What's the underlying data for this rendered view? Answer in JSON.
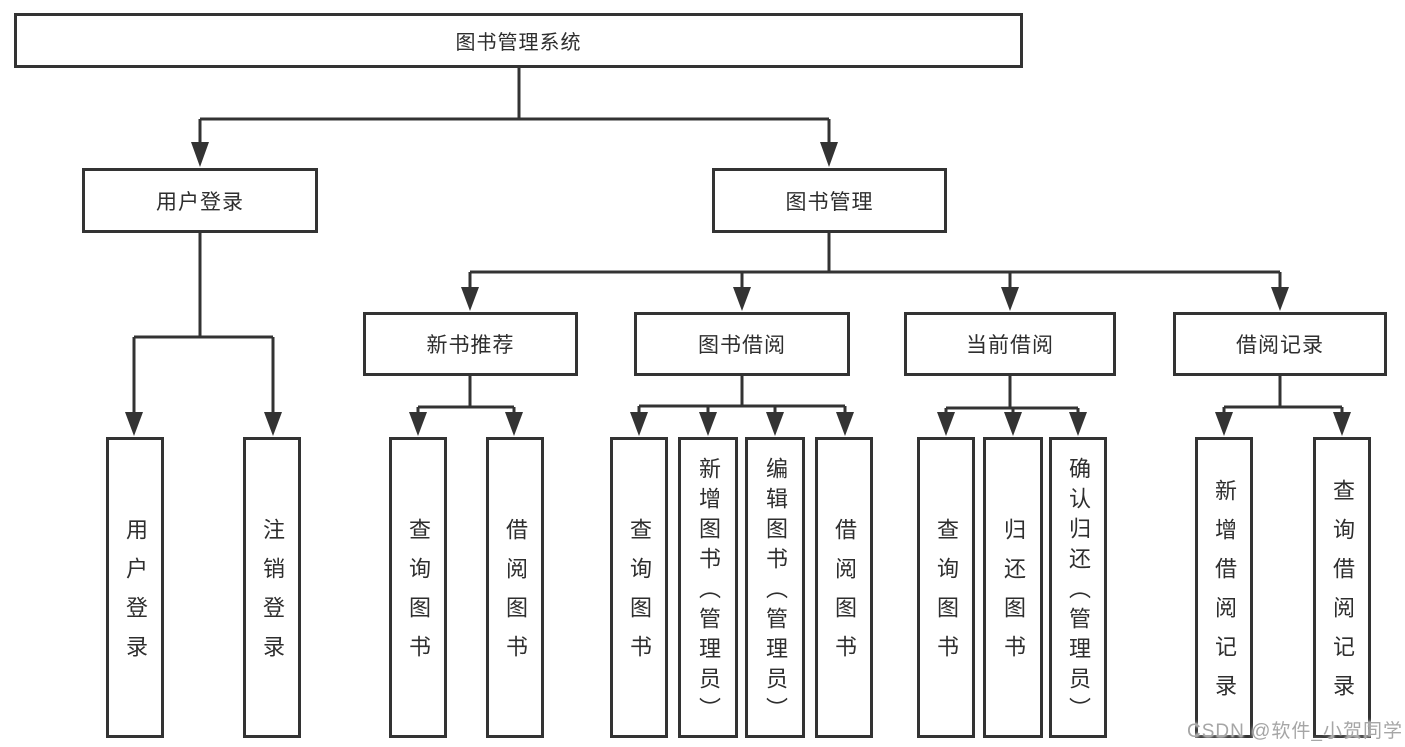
{
  "diagram": {
    "tree": {
      "label": "图书管理系统",
      "children": [
        {
          "label": "用户登录",
          "children": [
            {
              "label": "用户登录"
            },
            {
              "label": "注销登录"
            }
          ]
        },
        {
          "label": "图书管理",
          "children": [
            {
              "label": "新书推荐",
              "children": [
                {
                  "label": "查询图书"
                },
                {
                  "label": "借阅图书"
                }
              ]
            },
            {
              "label": "图书借阅",
              "children": [
                {
                  "label": "查询图书"
                },
                {
                  "label": "新增图书（管理员）"
                },
                {
                  "label": "编辑图书（管理员）"
                },
                {
                  "label": "借阅图书"
                }
              ]
            },
            {
              "label": "当前借阅",
              "children": [
                {
                  "label": "查询图书"
                },
                {
                  "label": "归还图书"
                },
                {
                  "label": "确认归还（管理员）"
                }
              ]
            },
            {
              "label": "借阅记录",
              "children": [
                {
                  "label": "新增借阅记录"
                },
                {
                  "label": "查询借阅记录"
                }
              ]
            }
          ]
        }
      ]
    }
  },
  "watermark": {
    "text": "CSDN @软件_小贺同学"
  },
  "colors": {
    "line": "#333333",
    "box_fill": "#ffffff",
    "text": "#2e2e2e",
    "watermark": "#a6a6a6",
    "background": "#ffffff"
  }
}
